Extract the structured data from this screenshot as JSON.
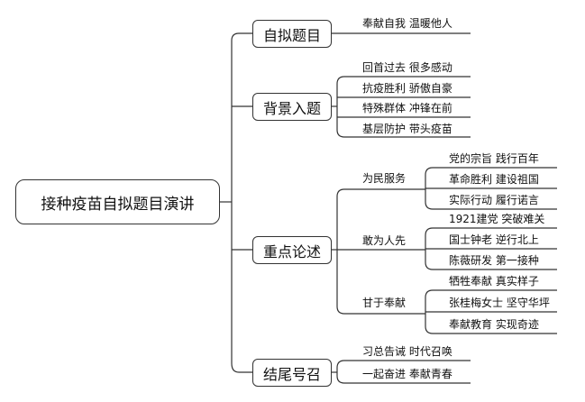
{
  "root": "接种疫苗自拟题目演讲",
  "branches": [
    {
      "label": "自拟题目",
      "items": [
        "奉献自我  温暖他人"
      ]
    },
    {
      "label": "背景入题",
      "items": [
        "回首过去  很多感动",
        "抗疫胜利  骄傲自豪",
        "特殊群体  冲锋在前",
        "基层防护  带头疫苗"
      ]
    },
    {
      "label": "重点论述",
      "groups": [
        {
          "label": "为民服务",
          "items": [
            "党的宗旨  践行百年",
            "革命胜利  建设祖国",
            "实际行动  履行诺言"
          ]
        },
        {
          "label": "敢为人先",
          "items": [
            "1921建党  突破难关",
            "国士钟老  逆行北上",
            "陈薇研发  第一接种"
          ]
        },
        {
          "label": "甘于奉献",
          "items": [
            "牺牲奉献  真实样子",
            "张桂梅女士  坚守华坪",
            "奉献教育  实现奇迹"
          ]
        }
      ]
    },
    {
      "label": "结尾号召",
      "items": [
        "习总告诫  时代召唤",
        "一起奋进  奉献青春"
      ]
    }
  ]
}
